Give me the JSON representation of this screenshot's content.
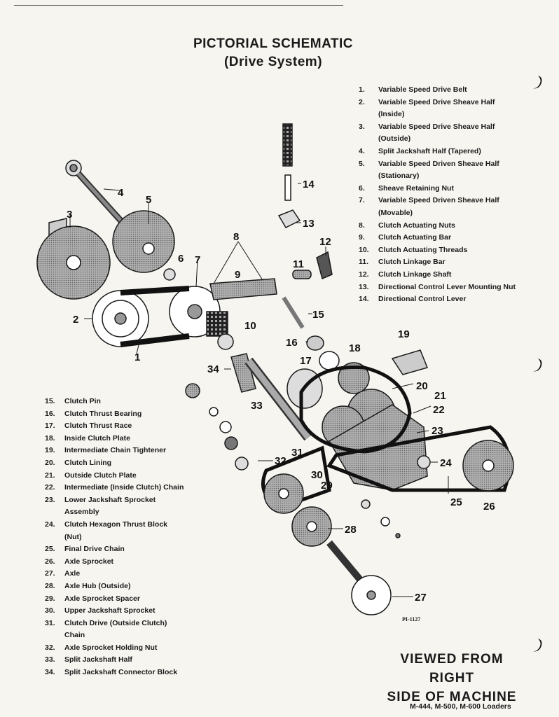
{
  "title_line1": "PICTORIAL  SCHEMATIC",
  "title_line2": "(Drive  System)",
  "legend_top": [
    {
      "num": "1.",
      "text": "Variable Speed Drive Belt"
    },
    {
      "num": "2.",
      "text": "Variable Speed Drive Sheave Half (Inside)"
    },
    {
      "num": "3.",
      "text": "Variable Speed Drive Sheave Half (Outside)"
    },
    {
      "num": "4.",
      "text": "Split Jackshaft Half (Tapered)"
    },
    {
      "num": "5.",
      "text": "Variable Speed Driven Sheave Half (Stationary)"
    },
    {
      "num": "6.",
      "text": "Sheave Retaining Nut"
    },
    {
      "num": "7.",
      "text": "Variable Speed Driven Sheave Half (Movable)"
    },
    {
      "num": "8.",
      "text": "Clutch Actuating Nuts"
    },
    {
      "num": "9.",
      "text": "Clutch Actuating Bar"
    },
    {
      "num": "10.",
      "text": "Clutch Actuating Threads"
    },
    {
      "num": "11.",
      "text": "Clutch Linkage Bar"
    },
    {
      "num": "12.",
      "text": "Clutch Linkage Shaft"
    },
    {
      "num": "13.",
      "text": "Directional Control Lever Mounting Nut"
    },
    {
      "num": "14.",
      "text": "Directional Control Lever"
    }
  ],
  "legend_bottom": [
    {
      "num": "15.",
      "text": "Clutch Pin"
    },
    {
      "num": "16.",
      "text": "Clutch Thrust Bearing"
    },
    {
      "num": "17.",
      "text": "Clutch Thrust Race"
    },
    {
      "num": "18.",
      "text": "Inside Clutch Plate"
    },
    {
      "num": "19.",
      "text": "Intermediate Chain Tightener"
    },
    {
      "num": "20.",
      "text": "Clutch Lining"
    },
    {
      "num": "21.",
      "text": "Outside Clutch Plate"
    },
    {
      "num": "22.",
      "text": "Intermediate (Inside Clutch) Chain"
    },
    {
      "num": "23.",
      "text": "Lower Jackshaft Sprocket Assembly"
    },
    {
      "num": "24.",
      "text": "Clutch Hexagon Thrust Block (Nut)"
    },
    {
      "num": "25.",
      "text": "Final Drive Chain"
    },
    {
      "num": "26.",
      "text": "Axle Sprocket"
    },
    {
      "num": "27.",
      "text": "Axle"
    },
    {
      "num": "28.",
      "text": "Axle Hub (Outside)"
    },
    {
      "num": "29.",
      "text": "Axle Sprocket Spacer"
    },
    {
      "num": "30.",
      "text": "Upper Jackshaft Sprocket"
    },
    {
      "num": "31.",
      "text": "Clutch Drive (Outside Clutch) Chain"
    },
    {
      "num": "32.",
      "text": "Axle Sprocket Holding Nut"
    },
    {
      "num": "33.",
      "text": "Split Jackshaft Half"
    },
    {
      "num": "34.",
      "text": "Split Jackshaft Connector Block"
    }
  ],
  "callouts": {
    "c1": "1",
    "c2": "2",
    "c3": "3",
    "c4": "4",
    "c5": "5",
    "c6": "6",
    "c7": "7",
    "c8": "8",
    "c9": "9",
    "c10": "10",
    "c11": "11",
    "c12": "12",
    "c13": "13",
    "c14": "14",
    "c15": "15",
    "c16": "16",
    "c17": "17",
    "c18": "18",
    "c19": "19",
    "c20": "20",
    "c21": "21",
    "c22": "22",
    "c23": "23",
    "c24": "24",
    "c25": "25",
    "c26": "26",
    "c27": "27",
    "c28": "28",
    "c29": "29",
    "c30": "30",
    "c31": "31",
    "c32": "32",
    "c33": "33",
    "c34": "34"
  },
  "part_number": "PI-1127",
  "viewed_line1": "VIEWED  FROM  RIGHT",
  "viewed_line2": "SIDE  OF  MACHINE",
  "models": "M-444,  M-500,  M-600  Loaders",
  "colors": {
    "ink": "#1a1a1a",
    "paper": "#f7f5f0",
    "shade": "#9a9a9a",
    "dark": "#555555"
  }
}
